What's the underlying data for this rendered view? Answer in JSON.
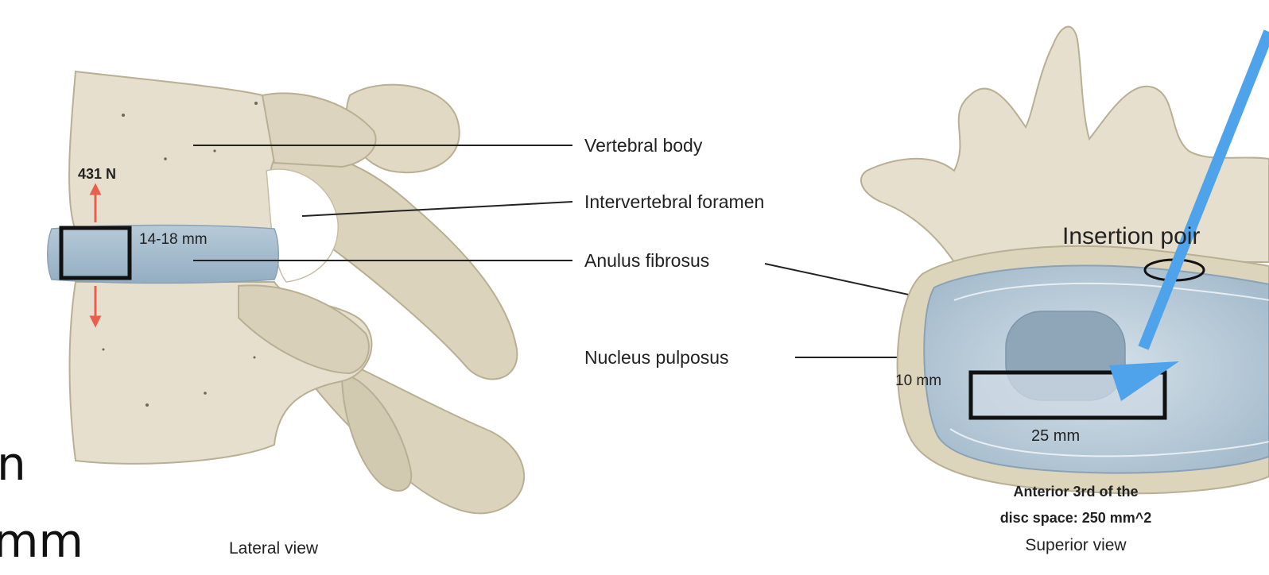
{
  "slide_fragments": [
    "n",
    "mm"
  ],
  "lateral": {
    "force_label": "431 N",
    "height_label": "14-18 mm",
    "view_caption": "Lateral view"
  },
  "labels": {
    "vertebral_body": "Vertebral body",
    "intervertebral_foramen": "Intervertebral foramen",
    "anulus_fibrosus": "Anulus fibrosus",
    "nucleus_pulposus": "Nucleus pulposus"
  },
  "superior": {
    "insertion_label": "Insertion poir",
    "depth_label": "10 mm",
    "width_label": "25 mm",
    "caption_line1": "Anterior 3rd of the",
    "caption_line2": "disc space: 250 mm^2",
    "view_caption": "Superior view"
  },
  "colors": {
    "bone": "#e6dfcd",
    "bone_shade": "#cfc6ae",
    "disc": "#a9bfcf",
    "force_arrow": "#e8604c",
    "insertion_arrow": "#4fa3ea"
  }
}
